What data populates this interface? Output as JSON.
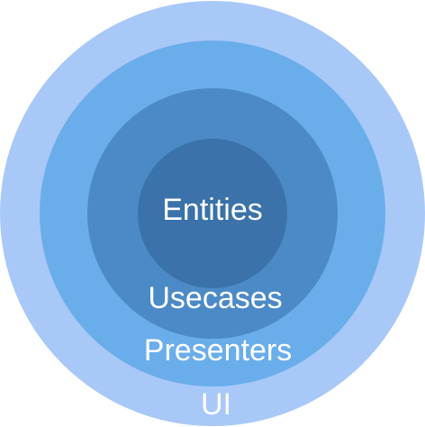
{
  "diagram": {
    "type": "concentric-circles",
    "layers": [
      {
        "label": "UI",
        "color": "#a8c8f8"
      },
      {
        "label": "Presenters",
        "color": "#6aadeb"
      },
      {
        "label": "Usecases",
        "color": "#4b8ac6"
      },
      {
        "label": "Entities",
        "color": "#3a72a9"
      }
    ]
  }
}
